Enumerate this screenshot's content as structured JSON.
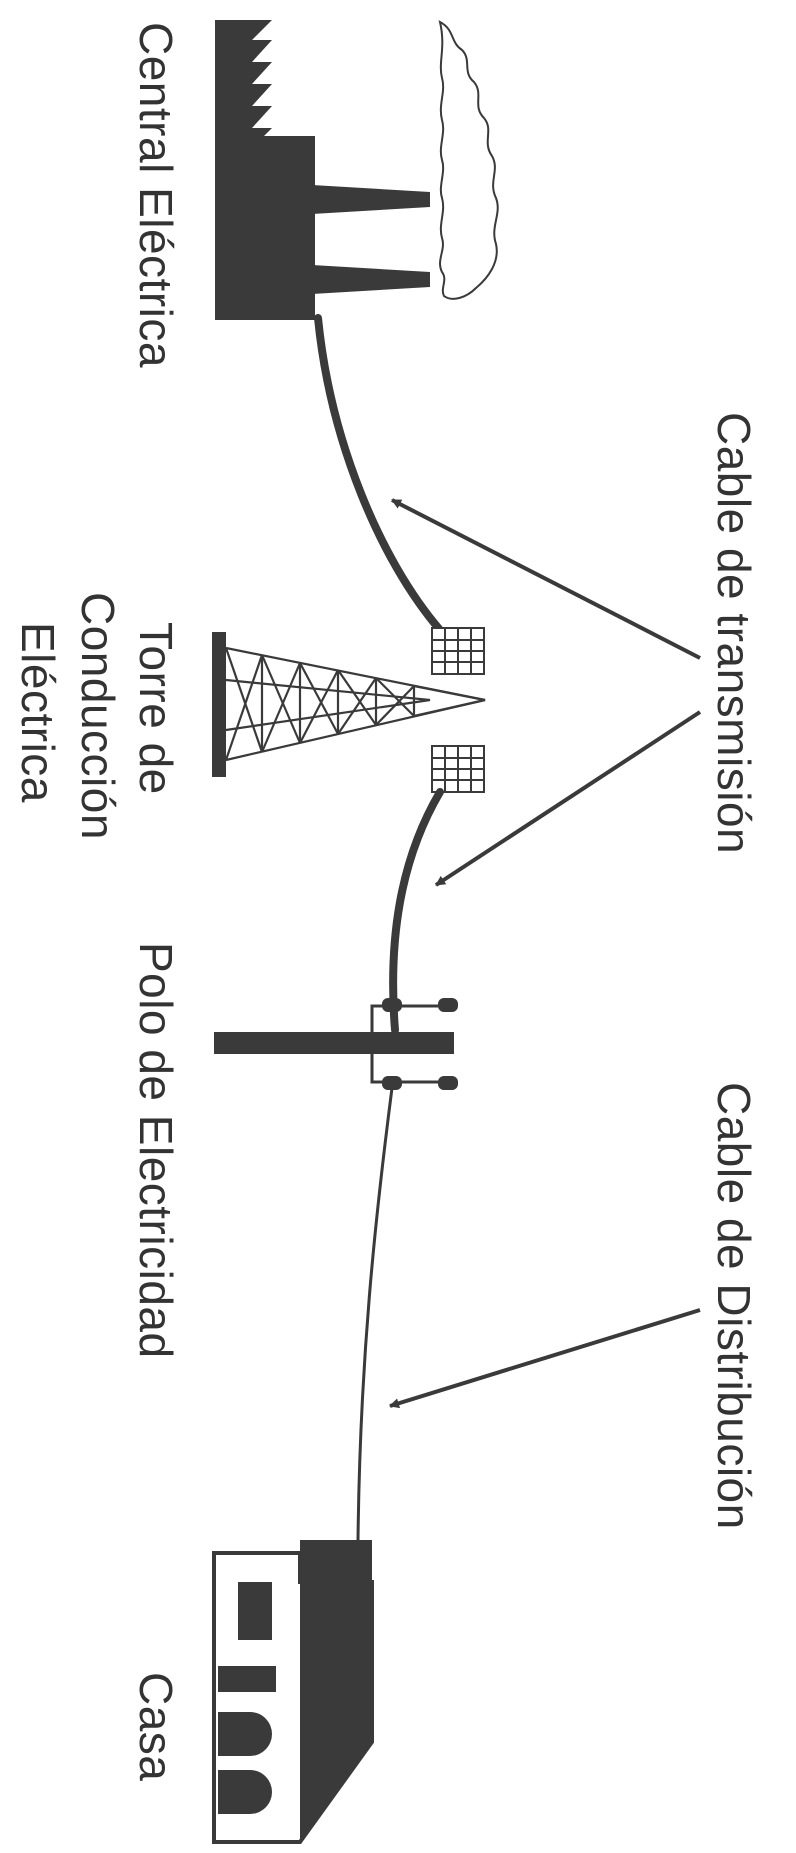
{
  "labels": {
    "power_plant": "Central Eléctrica",
    "tower_line1": "Torre de",
    "tower_line2": "Conducción",
    "tower_line3": "Eléctrica",
    "pole": "Polo de Electricidad",
    "house": "Casa",
    "transmission_cable": "Cable de transmisión",
    "distribution_cable": "Cable de Distribución"
  },
  "colors": {
    "ink": "#3a3a3a",
    "text": "#333333",
    "background": "#ffffff"
  },
  "icons": [
    "power-plant-icon",
    "smoke-cloud-icon",
    "transmission-tower-icon",
    "utility-pole-icon",
    "house-icon"
  ]
}
